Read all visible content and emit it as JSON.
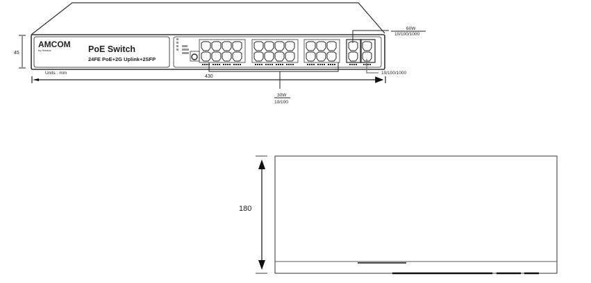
{
  "front_view": {
    "brand": "AMCOM",
    "brand_sub": "by Hiwaza",
    "product_title": "PoE Switch",
    "product_subtitle": "24FE PoE+2G Uplink+2SFP",
    "height_dim": "45",
    "width_dim": "430",
    "units_label": "Units : mm",
    "callout_30w_power": "30W",
    "callout_30w_speed": "10/100",
    "callout_60w_power": "60W",
    "callout_60w_speed": "10/100/1000",
    "callout_uplink_speed": "10/100/1000"
  },
  "top_view": {
    "depth_dim": "180"
  },
  "colors": {
    "line": "#222222",
    "panel_gray": "#888888"
  }
}
